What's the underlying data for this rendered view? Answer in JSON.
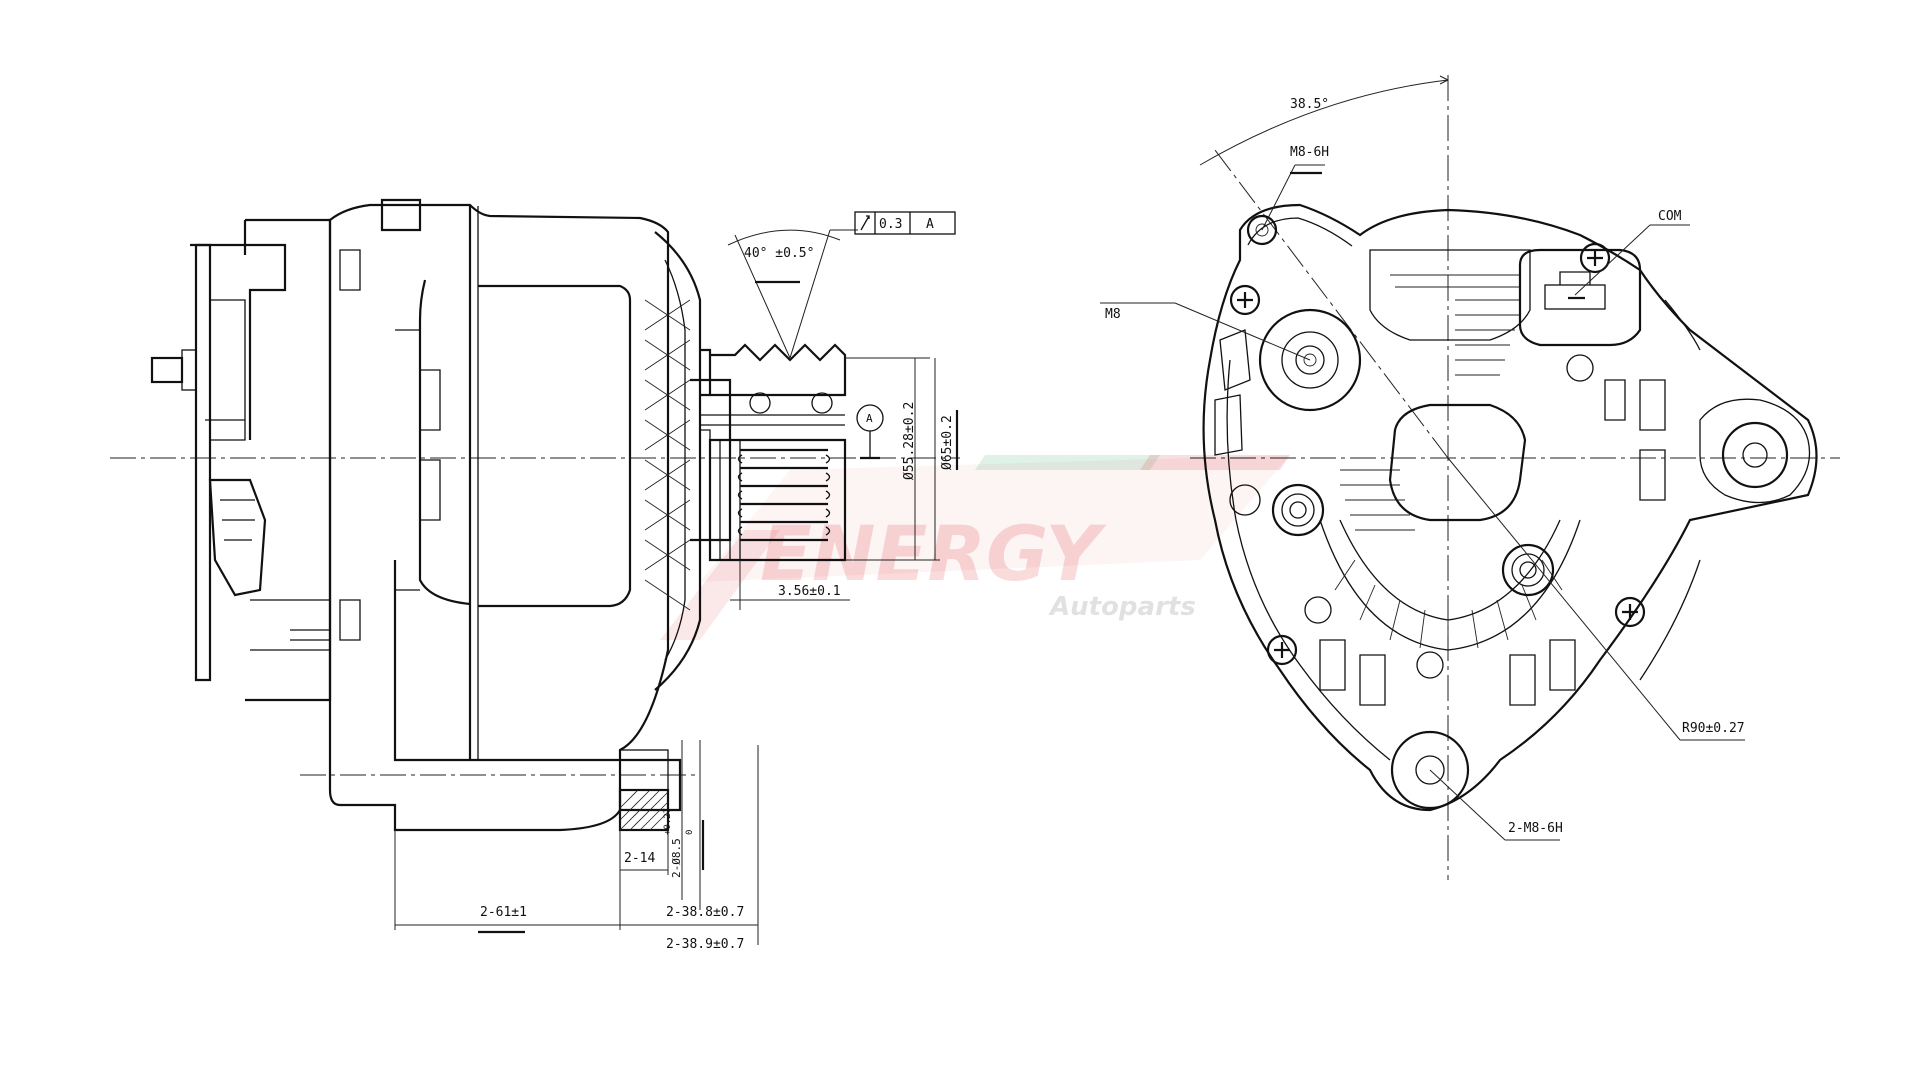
{
  "watermark": {
    "brand": "ENERGY",
    "tagline": "Autoparts",
    "brand_color": "#d71e28",
    "tagline_color": "#888888"
  },
  "side_view": {
    "belt_angle": "40° ±0.5°",
    "runout_value": "0.3",
    "runout_datum": "A",
    "datum_marker": "A",
    "pulley_diameter": "Ø55.28±0.2",
    "pulley_outer_diameter": "Ø65±0.2",
    "pulley_offset": "3.56±0.1",
    "mount_width": "2-14",
    "mount_hole": "2-Ø8.5",
    "mount_hole_tolerance": "+0.27",
    "mount_hole_tolerance_lower": "0",
    "mount_span": "2-61±1",
    "dim_a": "2-38.8±0.7",
    "dim_b": "2-38.9±0.7"
  },
  "front_view": {
    "angle": "38.5°",
    "thread_top": "M8-6H",
    "terminal": "M8",
    "connector": "COM",
    "radius": "R90±0.27",
    "thread_bottom": "2-M8-6H"
  }
}
